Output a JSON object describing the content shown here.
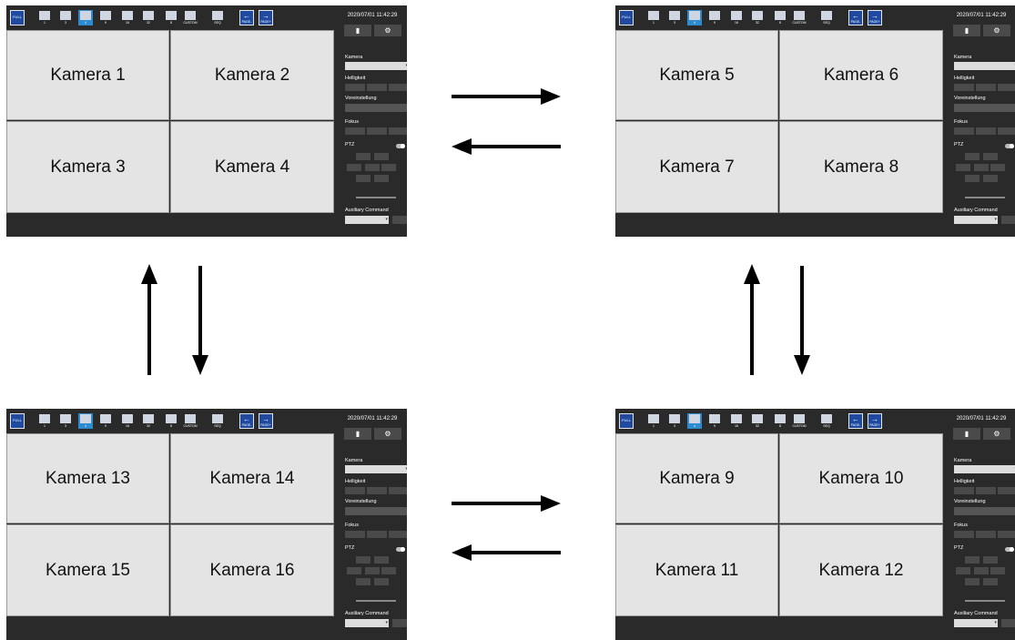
{
  "toolbar": {
    "buttons": [
      "FULL",
      "1",
      "3",
      "4",
      "9",
      "16",
      "32",
      "8",
      "CUSTOM",
      "SEQ",
      "PAGE-",
      "PAGE+"
    ]
  },
  "panel": {
    "timestamp": "2020/07/01 11:42:29",
    "camera_label": "Kamera",
    "brightness_label": "Helligkeit",
    "preset_label": "Voreinstellung",
    "focus_label": "Fokus",
    "ptz_label": "PTZ",
    "aux_label": "Auxiliary Command"
  },
  "screens": [
    {
      "cameras": [
        "Kamera 1",
        "Kamera 2",
        "Kamera 3",
        "Kamera 4"
      ]
    },
    {
      "cameras": [
        "Kamera 5",
        "Kamera 6",
        "Kamera 7",
        "Kamera 8"
      ]
    },
    {
      "cameras": [
        "Kamera 13",
        "Kamera 14",
        "Kamera 15",
        "Kamera 16"
      ]
    },
    {
      "cameras": [
        "Kamera 9",
        "Kamera 10",
        "Kamera 11",
        "Kamera 12"
      ]
    }
  ]
}
